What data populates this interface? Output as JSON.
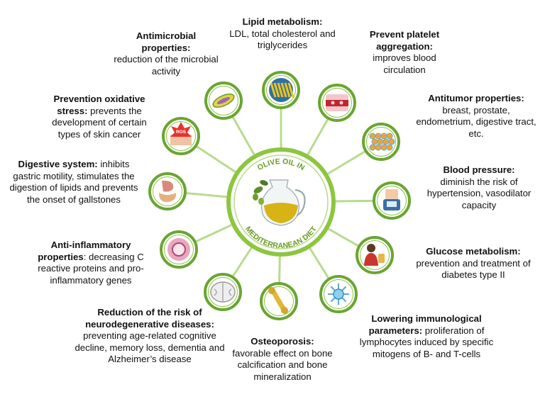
{
  "center": {
    "line1": "OLIVE OIL IN",
    "line2": "MEDITERRANEAN DIET",
    "icon": "olive-oil-jug-icon"
  },
  "colors": {
    "ring": "#8cc63f",
    "ring_dark": "#6aa532",
    "fill": "#ffffff"
  },
  "items": [
    {
      "key": "lipid",
      "icon": "lipid-molecules-icon",
      "title": "Lipid metabolism:",
      "text": "LDL, total cholesterol and triglycerides"
    },
    {
      "key": "platelet",
      "icon": "blood-vessel-icon",
      "title": "Prevent platelet aggregation:",
      "text": "improves blood circulation"
    },
    {
      "key": "antitumor",
      "icon": "tumor-cells-icon",
      "title": "Antitumor properties:",
      "text": "breast, prostate, endometrium, digestive tract, etc."
    },
    {
      "key": "bp",
      "icon": "blood-pressure-monitor-icon",
      "title": "Blood pressure:",
      "text": "diminish the risk of hypertension, vasodilator capacity"
    },
    {
      "key": "glucose",
      "icon": "glucose-meter-person-icon",
      "title": "Glucose metabolism:",
      "text": "prevention and treatment of diabetes type II"
    },
    {
      "key": "immuno",
      "icon": "immune-cell-icon",
      "title": "Lowering immunological parameters:",
      "text": "proliferation of lymphocytes induced by specific mitogens of B- and T-cells"
    },
    {
      "key": "osteo",
      "icon": "bone-icon",
      "title": "Osteoporosis:",
      "text": "favorable effect on bone calcification and bone mineralization"
    },
    {
      "key": "neuro",
      "icon": "brain-icon",
      "title": "Reduction of the risk of neurodegenerative diseases:",
      "text": "preventing age-related cognitive decline, memory loss, dementia and Alzheimer’s disease"
    },
    {
      "key": "antiinflam",
      "icon": "inflamed-vessel-icon",
      "title": "Anti-inflammatory properties",
      "text": ": decreasing C reactive proteins and pro-inflammatory genes"
    },
    {
      "key": "digestive",
      "icon": "digestive-organs-icon",
      "title": "Digestive system:",
      "text": "inhibits gastric motility, stimulates the digestion of lipids and prevents the onset of gallstones"
    },
    {
      "key": "oxidative",
      "icon": "ros-skin-icon",
      "icon_text": "ROS",
      "title": "Prevention oxidative stress:",
      "text": "prevents the development of certain types of skin cancer"
    },
    {
      "key": "antimicrobial",
      "icon": "bacterium-icon",
      "title": "Antimicrobial properties:",
      "text": "reduction of the microbial activity"
    }
  ]
}
